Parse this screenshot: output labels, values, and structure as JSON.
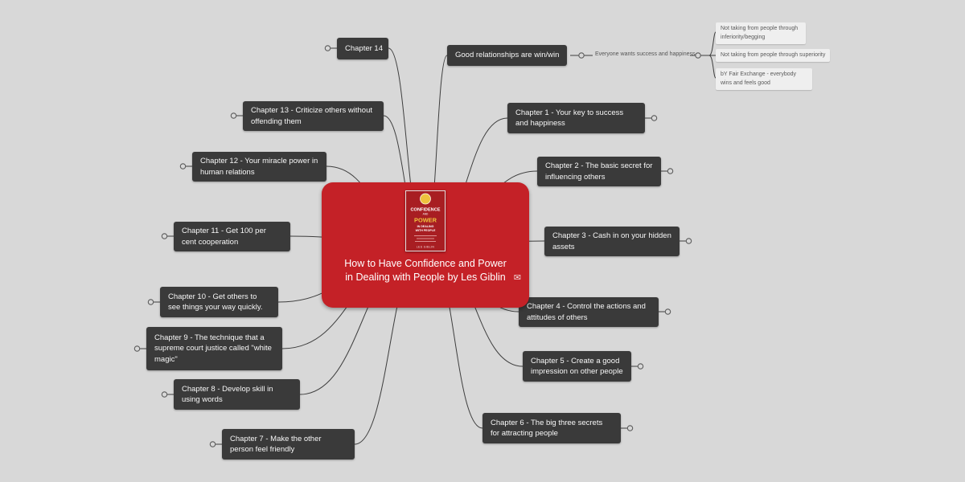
{
  "colors": {
    "canvas_background": "#d8d8d8",
    "root_topic": "#c42127",
    "chapter_topic": "#3a3a3a",
    "chapter_text": "#f7f7f7",
    "child_topic": "#efefef",
    "connector": "#3e3e3e",
    "cover_accent": "#efc33d"
  },
  "icons": {
    "media": "✉"
  },
  "center": {
    "title": "How to Have Confidence and Power in Dealing with People by Les Giblin",
    "book_cover": {
      "line1": "CONFIDENCE",
      "line2": "AND",
      "line3": "POWER",
      "line4": "IN DEALING",
      "line5": "WITH PEOPLE",
      "author": "LES GIBLIN"
    }
  },
  "left_nodes": [
    {
      "label": "Chapter 14"
    },
    {
      "label": "Chapter 13 - Criticize others without offending them"
    },
    {
      "label": "Chapter 12 - Your miracle power in human relations"
    },
    {
      "label": "Chapter 11 - Get 100 per cent cooperation"
    },
    {
      "label": "Chapter 10 - Get others to see things your way quickly."
    },
    {
      "label": "Chapter 9 - The technique that a supreme court justice called \"white magic\""
    },
    {
      "label": "Chapter 8 - Develop skill in using words"
    },
    {
      "label": "Chapter 7 - Make the other person feel friendly"
    }
  ],
  "right_nodes": [
    {
      "label": "Good relationships are win/win"
    },
    {
      "label": "Chapter 1 - Your key to success and happiness"
    },
    {
      "label": "Chapter 2 - The basic secret for influencing others"
    },
    {
      "label": "Chapter 3 - Cash in on your hidden assets"
    },
    {
      "label": "Chapter 4 - Control the actions and attitudes of others"
    },
    {
      "label": "Chapter 5 - Create a good impression on other people"
    },
    {
      "label": "Chapter 6 - The big three secrets for attracting people"
    }
  ],
  "sub_branch": {
    "label": "Everyone wants success and happiness",
    "children": [
      {
        "label": "Not taking from people through inferiority/begging"
      },
      {
        "label": "Not taking from people  through superiority"
      },
      {
        "label": "bY Fair Exchange - everybody wins and feels good"
      }
    ]
  }
}
